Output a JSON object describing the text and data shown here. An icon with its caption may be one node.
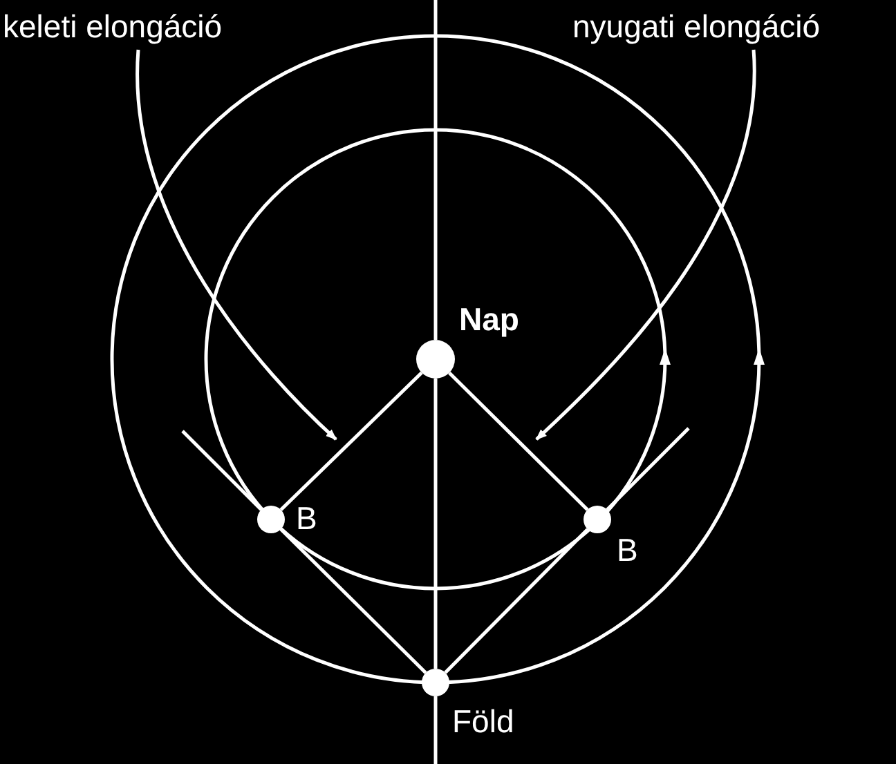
{
  "diagram": {
    "nodes": [
      {
        "text": [
          "keleti elongáció"
        ]
      },
      {
        "text": [
          "nyugati elongáció"
        ]
      },
      {
        "text": [],
        "shape": "circle",
        "beside": [
          "Nap"
        ]
      },
      {
        "text": [],
        "shape": "circle",
        "beside": [
          "B"
        ]
      },
      {
        "text": [],
        "shape": "circle",
        "beside": [
          "B"
        ]
      },
      {
        "text": [],
        "shape": "circle",
        "beside": [
          "Föld"
        ]
      }
    ],
    "edges": [
      {
        "from": 0,
        "to": null,
        "arrow": "to"
      },
      {
        "from": 1,
        "to": null,
        "arrow": "to"
      },
      {
        "from": 2,
        "to": 3,
        "arrow": "none"
      },
      {
        "from": 2,
        "to": 4,
        "arrow": "none"
      },
      {
        "from": 5,
        "to": 3,
        "arrow": "none"
      },
      {
        "from": 5,
        "to": 4,
        "arrow": "none"
      },
      {
        "from": 5,
        "to": 2,
        "arrow": "none"
      }
    ]
  }
}
